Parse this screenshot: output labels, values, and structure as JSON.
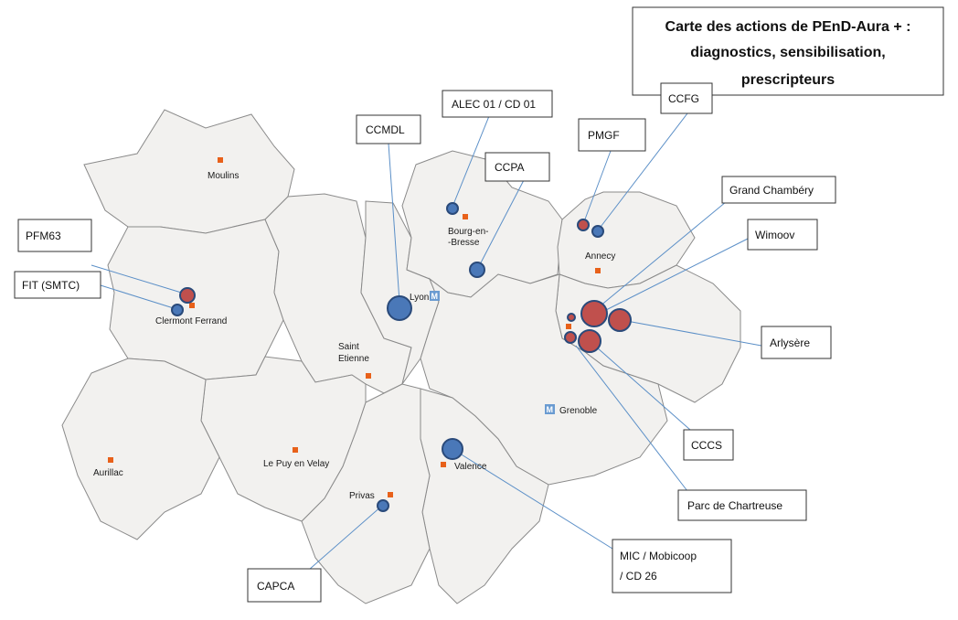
{
  "title": {
    "lines": [
      "Carte des actions de PEnD-Aura + :",
      "diagnostics, sensibilisation,",
      "prescripteurs"
    ]
  },
  "cities": {
    "moulins": "Moulins",
    "bourg": "Bourg-en-",
    "bourg2": "-Bresse",
    "annecy": "Annecy",
    "clermont": "Clermont Ferrand",
    "lyon": "Lyon",
    "saint_etienne_1": "Saint",
    "saint_etienne_2": "Etienne",
    "grenoble": "Grenoble",
    "le_puy": "Le Puy en Velay",
    "aurillac": "Aurillac",
    "valence": "Valence",
    "privas": "Privas",
    "metro_mark": "M"
  },
  "labels": {
    "ccmdl": "CCMDL",
    "alec": "ALEC 01 / CD 01",
    "ccpa": "CCPA",
    "pmgf": "PMGF",
    "ccfg": "CCFG",
    "grand_chambery": "Grand Chambéry",
    "wimoov": "Wimoov",
    "pfm63": "PFM63",
    "fit": "FIT (SMTC)",
    "arlysere": "Arlysère",
    "cccs": "CCCS",
    "chartreuse": "Parc de  Chartreuse",
    "mic_1": "MIC / Mobicoop",
    "mic_2": "/ CD 26",
    "capca": "CAPCA"
  },
  "colors": {
    "blue_marker": "#4a78b8",
    "red_marker": "#c0504d",
    "city_square": "#e8611a",
    "metro_square": "#6a9bd1",
    "leader_line": "#5b8fc7"
  }
}
